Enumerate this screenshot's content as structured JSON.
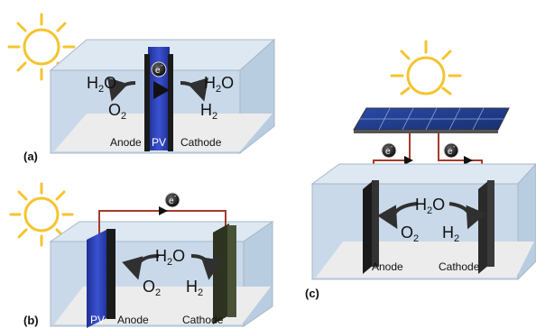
{
  "panels": {
    "a": {
      "letter": "(a)",
      "anode": "Anode",
      "pv": "PV",
      "cathode": "Cathode",
      "water_left": "H",
      "water_right": "H",
      "oxygen": "O",
      "hydrogen": "H",
      "electron": "e"
    },
    "b": {
      "letter": "(b)",
      "pv": "PV",
      "anode": "Anode",
      "cathode": "Cathode",
      "water": "H",
      "oxygen": "O",
      "hydrogen": "H",
      "electron": "e"
    },
    "c": {
      "letter": "(c)",
      "anode": "Anode",
      "cathode": "Cathode",
      "water": "H",
      "oxygen": "O",
      "hydrogen": "H",
      "electron_left": "e",
      "electron_right": "e"
    }
  },
  "formula": {
    "water_rest": "O",
    "sub_two": "2",
    "sup_minus": "-"
  },
  "icons": [
    "sun-icon",
    "solar-panel-icon",
    "electron-icon",
    "arrow-icon"
  ],
  "colors": {
    "sun": "#f4c430",
    "tank_fill": "#c9d9e9",
    "tank_floor": "#e6e6e6",
    "pv_blue": "#2f43b8",
    "anode_dark": "#262626",
    "cathode_dark": "#2d3320",
    "wire": "#a63a2a"
  }
}
